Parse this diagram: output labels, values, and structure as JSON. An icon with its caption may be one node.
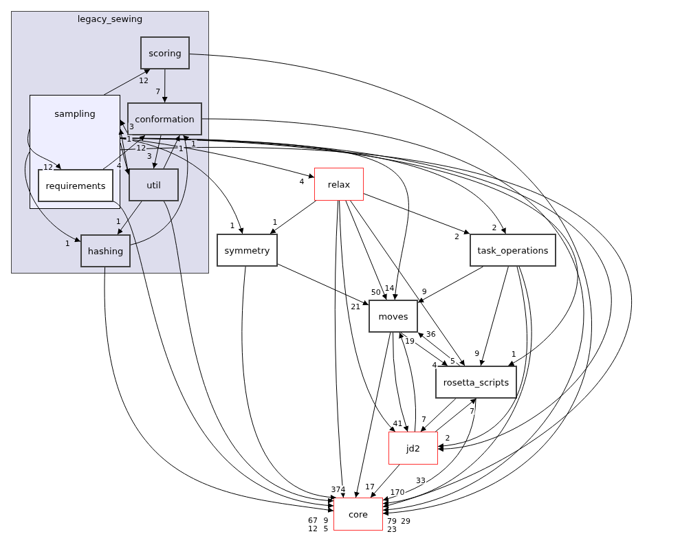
{
  "diagram": {
    "nodes": [
      {
        "text": [
          "legacy_sewing"
        ]
      },
      {
        "text": [
          "scoring"
        ],
        "in": 0
      },
      {
        "text": [
          "sampling"
        ],
        "in": 0
      },
      {
        "text": [
          "conformation"
        ],
        "in": 0
      },
      {
        "text": [
          "requirements"
        ],
        "in": 2
      },
      {
        "text": [
          "util"
        ],
        "in": 0
      },
      {
        "text": [
          "hashing"
        ],
        "in": 0
      },
      {
        "text": [
          "relax"
        ]
      },
      {
        "text": [
          "symmetry"
        ]
      },
      {
        "text": [
          "task_operations"
        ]
      },
      {
        "text": [
          "moves"
        ]
      },
      {
        "text": [
          "rosetta_scripts"
        ]
      },
      {
        "text": [
          "jd2"
        ]
      },
      {
        "text": [
          "core"
        ]
      }
    ],
    "edges": [
      {
        "from": 1,
        "to": 3,
        "arrow": "to",
        "label": "7"
      },
      {
        "from": 2,
        "to": 1,
        "arrow": "to",
        "label": "12"
      },
      {
        "from": 3,
        "to": 2,
        "arrow": "to",
        "label": "3"
      },
      {
        "from": 2,
        "to": 4,
        "arrow": "to",
        "label": "12"
      },
      {
        "from": 2,
        "to": 5,
        "arrow": "to",
        "label": "4"
      },
      {
        "from": 5,
        "to": 2,
        "arrow": "to",
        "label": "1"
      },
      {
        "from": 2,
        "to": 6,
        "arrow": "to",
        "label": "1"
      },
      {
        "from": 4,
        "to": 3,
        "arrow": "to",
        "label": "12"
      },
      {
        "from": 3,
        "to": 5,
        "arrow": "to",
        "label": "3"
      },
      {
        "from": 5,
        "to": 3,
        "arrow": "to",
        "label": "1"
      },
      {
        "from": 6,
        "to": 3,
        "arrow": "to",
        "label": "1"
      },
      {
        "from": 5,
        "to": 6,
        "arrow": "to",
        "label": "1"
      },
      {
        "from": 2,
        "to": 7,
        "arrow": "to",
        "label": "4"
      },
      {
        "from": 2,
        "to": 8,
        "arrow": "to",
        "label": "1"
      },
      {
        "from": 2,
        "to": 10,
        "arrow": "to",
        "label": "14"
      },
      {
        "from": 2,
        "to": 9,
        "arrow": "to",
        "label": "2"
      },
      {
        "from": 2,
        "to": 11,
        "arrow": "to",
        "label": "1"
      },
      {
        "from": 2,
        "to": 12,
        "arrow": "to"
      },
      {
        "from": 2,
        "to": 13,
        "arrow": "to",
        "label": "29"
      },
      {
        "from": 1,
        "to": 13,
        "arrow": "to"
      },
      {
        "from": 3,
        "to": 13,
        "arrow": "to",
        "label": "23"
      },
      {
        "from": 4,
        "to": 13,
        "arrow": "to",
        "label": "9"
      },
      {
        "from": 5,
        "to": 13,
        "arrow": "to",
        "label": "5"
      },
      {
        "from": 6,
        "to": 13,
        "arrow": "to",
        "label": "67"
      },
      {
        "from": 8,
        "to": 13,
        "arrow": "to",
        "label": "12"
      },
      {
        "from": 7,
        "to": 8,
        "arrow": "to",
        "label": "1"
      },
      {
        "from": 7,
        "to": 10,
        "arrow": "to",
        "label": "50"
      },
      {
        "from": 7,
        "to": 9,
        "arrow": "to",
        "label": "2"
      },
      {
        "from": 7,
        "to": 11,
        "arrow": "to",
        "label": "5"
      },
      {
        "from": 7,
        "to": 12,
        "arrow": "to"
      },
      {
        "from": 7,
        "to": 13,
        "arrow": "to",
        "label": "374"
      },
      {
        "from": 8,
        "to": 10,
        "arrow": "to",
        "label": "21"
      },
      {
        "from": 9,
        "to": 10,
        "arrow": "to",
        "label": "9"
      },
      {
        "from": 9,
        "to": 11,
        "arrow": "to",
        "label": "9"
      },
      {
        "from": 9,
        "to": 12,
        "arrow": "to",
        "label": "2"
      },
      {
        "from": 9,
        "to": 13,
        "arrow": "to",
        "label": "79"
      },
      {
        "from": 10,
        "to": 11,
        "arrow": "to",
        "label": "4"
      },
      {
        "from": 11,
        "to": 10,
        "arrow": "to",
        "label": "36"
      },
      {
        "from": 10,
        "to": 12,
        "arrow": "to",
        "label": "41"
      },
      {
        "from": 12,
        "to": 10,
        "arrow": "to",
        "label": "19"
      },
      {
        "from": 10,
        "to": 13,
        "arrow": "to",
        "label": "17"
      },
      {
        "from": 11,
        "to": 12,
        "arrow": "to",
        "label": "7"
      },
      {
        "from": 12,
        "to": 11,
        "arrow": "to",
        "label": "7"
      },
      {
        "from": 11,
        "to": 13,
        "arrow": "to",
        "label": "33"
      },
      {
        "from": 12,
        "to": 13,
        "arrow": "to",
        "label": "170"
      }
    ]
  }
}
